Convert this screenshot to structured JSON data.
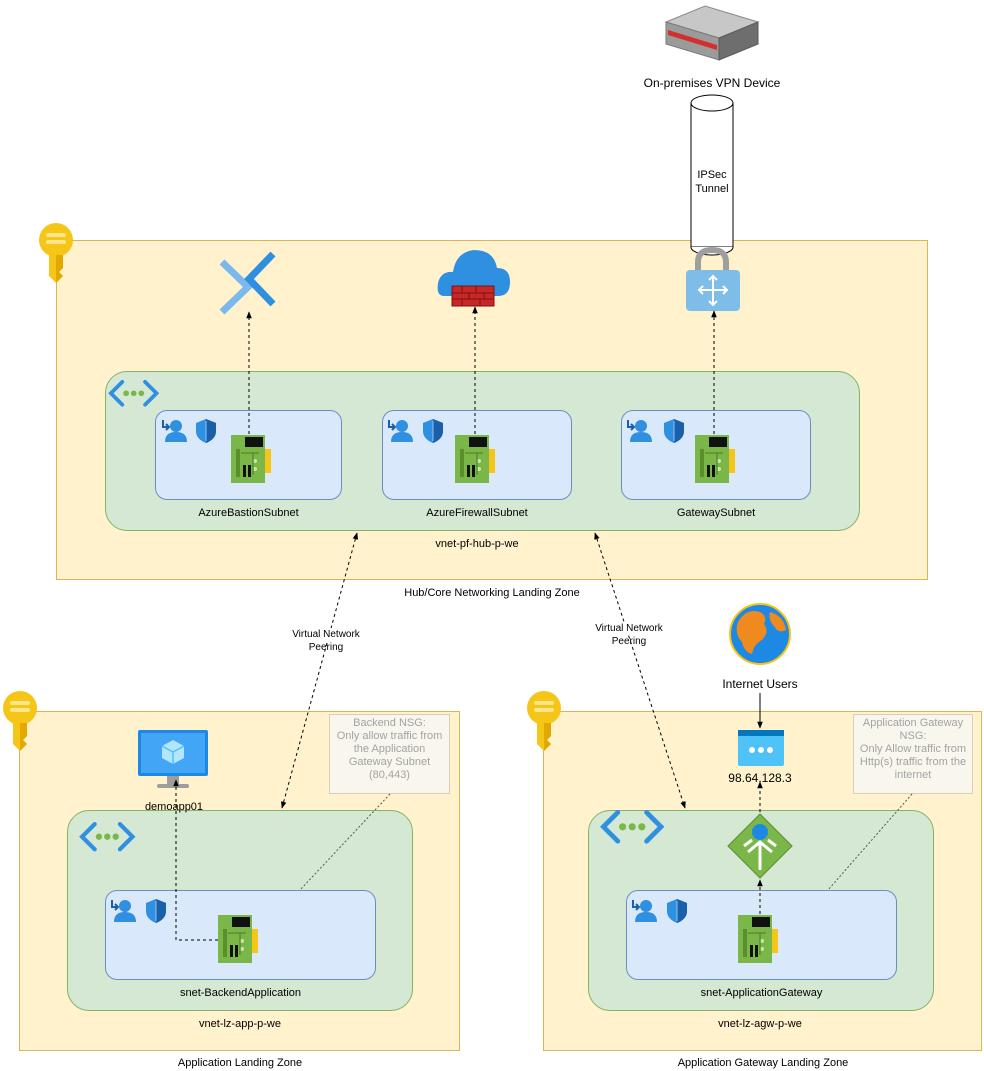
{
  "vpn_device": {
    "label": "On-premises VPN Device"
  },
  "tunnel": {
    "label_line1": "IPSec",
    "label_line2": "Tunnel"
  },
  "hub_zone": {
    "label": "Hub/Core Networking Landing Zone",
    "vnet_label": "vnet-pf-hub-p-we",
    "subnets": [
      {
        "label": "AzureBastionSubnet"
      },
      {
        "label": "AzureFirewallSubnet"
      },
      {
        "label": "GatewaySubnet"
      }
    ]
  },
  "peering_left": {
    "line1": "Virtual Network",
    "line2": "Peering"
  },
  "peering_right": {
    "line1": "Virtual Network",
    "line2": "Peering"
  },
  "app_zone": {
    "label": "Application Landing Zone",
    "vnet_label": "vnet-lz-app-p-we",
    "subnet_label": "snet-BackendApplication",
    "vm_label": "demoapp01",
    "nsg_note": [
      "Backend NSG:",
      "Only allow traffic from",
      "the Application",
      "Gateway Subnet",
      "(80,443)"
    ]
  },
  "agw_zone": {
    "label": "Application Gateway Landing Zone",
    "vnet_label": "vnet-lz-agw-p-we",
    "subnet_label": "snet-ApplicationGateway",
    "internet_label": "Internet Users",
    "public_ip_label": "98.64.128.3",
    "nsg_note": [
      "Application Gateway",
      "NSG:",
      "Only Allow traffic from",
      "Http(s) traffic from the",
      "internet"
    ]
  },
  "colors": {
    "zone_fill": "#fff2cc",
    "zone_border": "#d6b656",
    "vnet_fill": "#d5e8d4",
    "vnet_border": "#82b366",
    "subnet_fill": "#dae8fc",
    "subnet_border": "#6c8ebf",
    "nic_green": "#7ab648",
    "key_gold": "#f5c518"
  }
}
